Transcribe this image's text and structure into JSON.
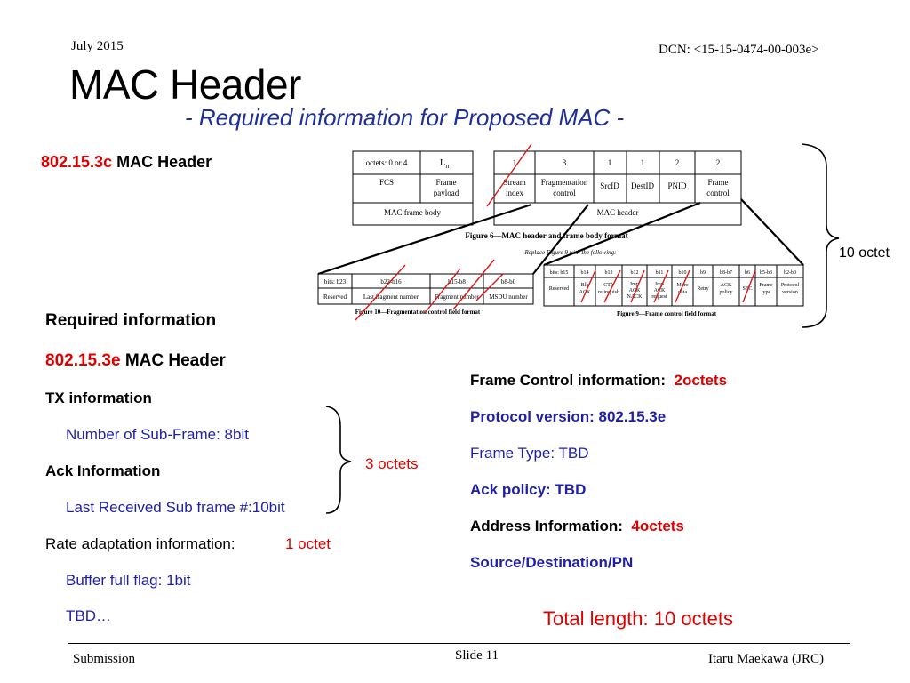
{
  "header": {
    "date": "July 2015",
    "dcn": "DCN: <15-15-0474-00-003e>",
    "title": "MAC Header",
    "subtitle": "- Required information for Proposed MAC -"
  },
  "footer": {
    "left": "Submission",
    "center": "Slide 11",
    "right": "Itaru Maekawa (JRC)"
  },
  "left": {
    "heading_3c_std": "802.15.3c",
    "heading_3c_rest": "MAC Header",
    "required_info": "Required information",
    "heading_3e_std": "802.15.3e",
    "heading_3e_rest": "MAC Header",
    "tx_info": "TX information",
    "num_subframe": "Number of Sub-Frame: 8bit",
    "ack_info": "Ack Information",
    "last_received": "Last Received Sub frame #:10bit",
    "rate_adapt": "Rate adaptation information:",
    "rate_adapt_size": "1 octet",
    "buffer_flag": "Buffer full flag: 1bit",
    "tbd": "TBD…",
    "three_octets": "3 octets"
  },
  "right": {
    "frame_control": "Frame Control information:",
    "frame_control_size": "2octets",
    "protocol_version": "Protocol version: 802.15.3e",
    "frame_type": "Frame Type: TBD",
    "ack_policy": "Ack policy: TBD",
    "address_info": "Address Information:",
    "address_size": "4octets",
    "src_dst": "Source/Destination/PN",
    "total_length": "Total length: 10 octets",
    "ten_octet": "10 octet"
  },
  "figure": {
    "top_left": {
      "headers": [
        "octets: 0 or 4",
        "L"
      ],
      "subscript": "n",
      "cells": [
        "FCS",
        "Frame",
        "payload"
      ],
      "body_label": "MAC frame body"
    },
    "top_right": {
      "headers": [
        "1",
        "3",
        "1",
        "1",
        "2",
        "2"
      ],
      "cells": [
        [
          "Stream",
          "index"
        ],
        [
          "Fragmentation",
          "control"
        ],
        [
          "SrcID"
        ],
        [
          "DestID"
        ],
        [
          "PNID"
        ],
        [
          "Frame",
          "control"
        ]
      ],
      "body_label": "MAC header"
    },
    "caption_top": "Figure 6—MAC header and frame body format",
    "replace_note": "Replace Figure 9 with the following:",
    "frag": {
      "headers": [
        "bits: b23",
        "b22-b16",
        "b15-b8",
        "b8-b0"
      ],
      "cells": [
        "Reserved",
        "Last fragment number",
        "Fragment number",
        "MSDU number"
      ],
      "caption": "Figure 10—Fragmentation control field format"
    },
    "fc": {
      "headers": [
        "bits: b15",
        "b14",
        "b13",
        "b12",
        "b11",
        "b10",
        "b9",
        "b8-b7",
        "b6",
        "b5-b3",
        "b2-b0"
      ],
      "cells": [
        [
          "Reserved"
        ],
        [
          "Blk",
          "ACK"
        ],
        [
          "CTA",
          "relinquish"
        ],
        [
          "Imp",
          "ACK",
          "NACK"
        ],
        [
          "Imp",
          "ACK",
          "request"
        ],
        [
          "More",
          "data"
        ],
        [
          "Retry"
        ],
        [
          "ACK",
          "policy"
        ],
        [
          "SEC"
        ],
        [
          "Frame",
          "type"
        ],
        [
          "Protocol",
          "version"
        ]
      ],
      "caption": "Figure 9—Frame control field format"
    }
  },
  "colors": {
    "red": "#e00000",
    "blue": "#1f1fa8",
    "subtitle": "#1f2f9a",
    "strike": "#d81818"
  }
}
